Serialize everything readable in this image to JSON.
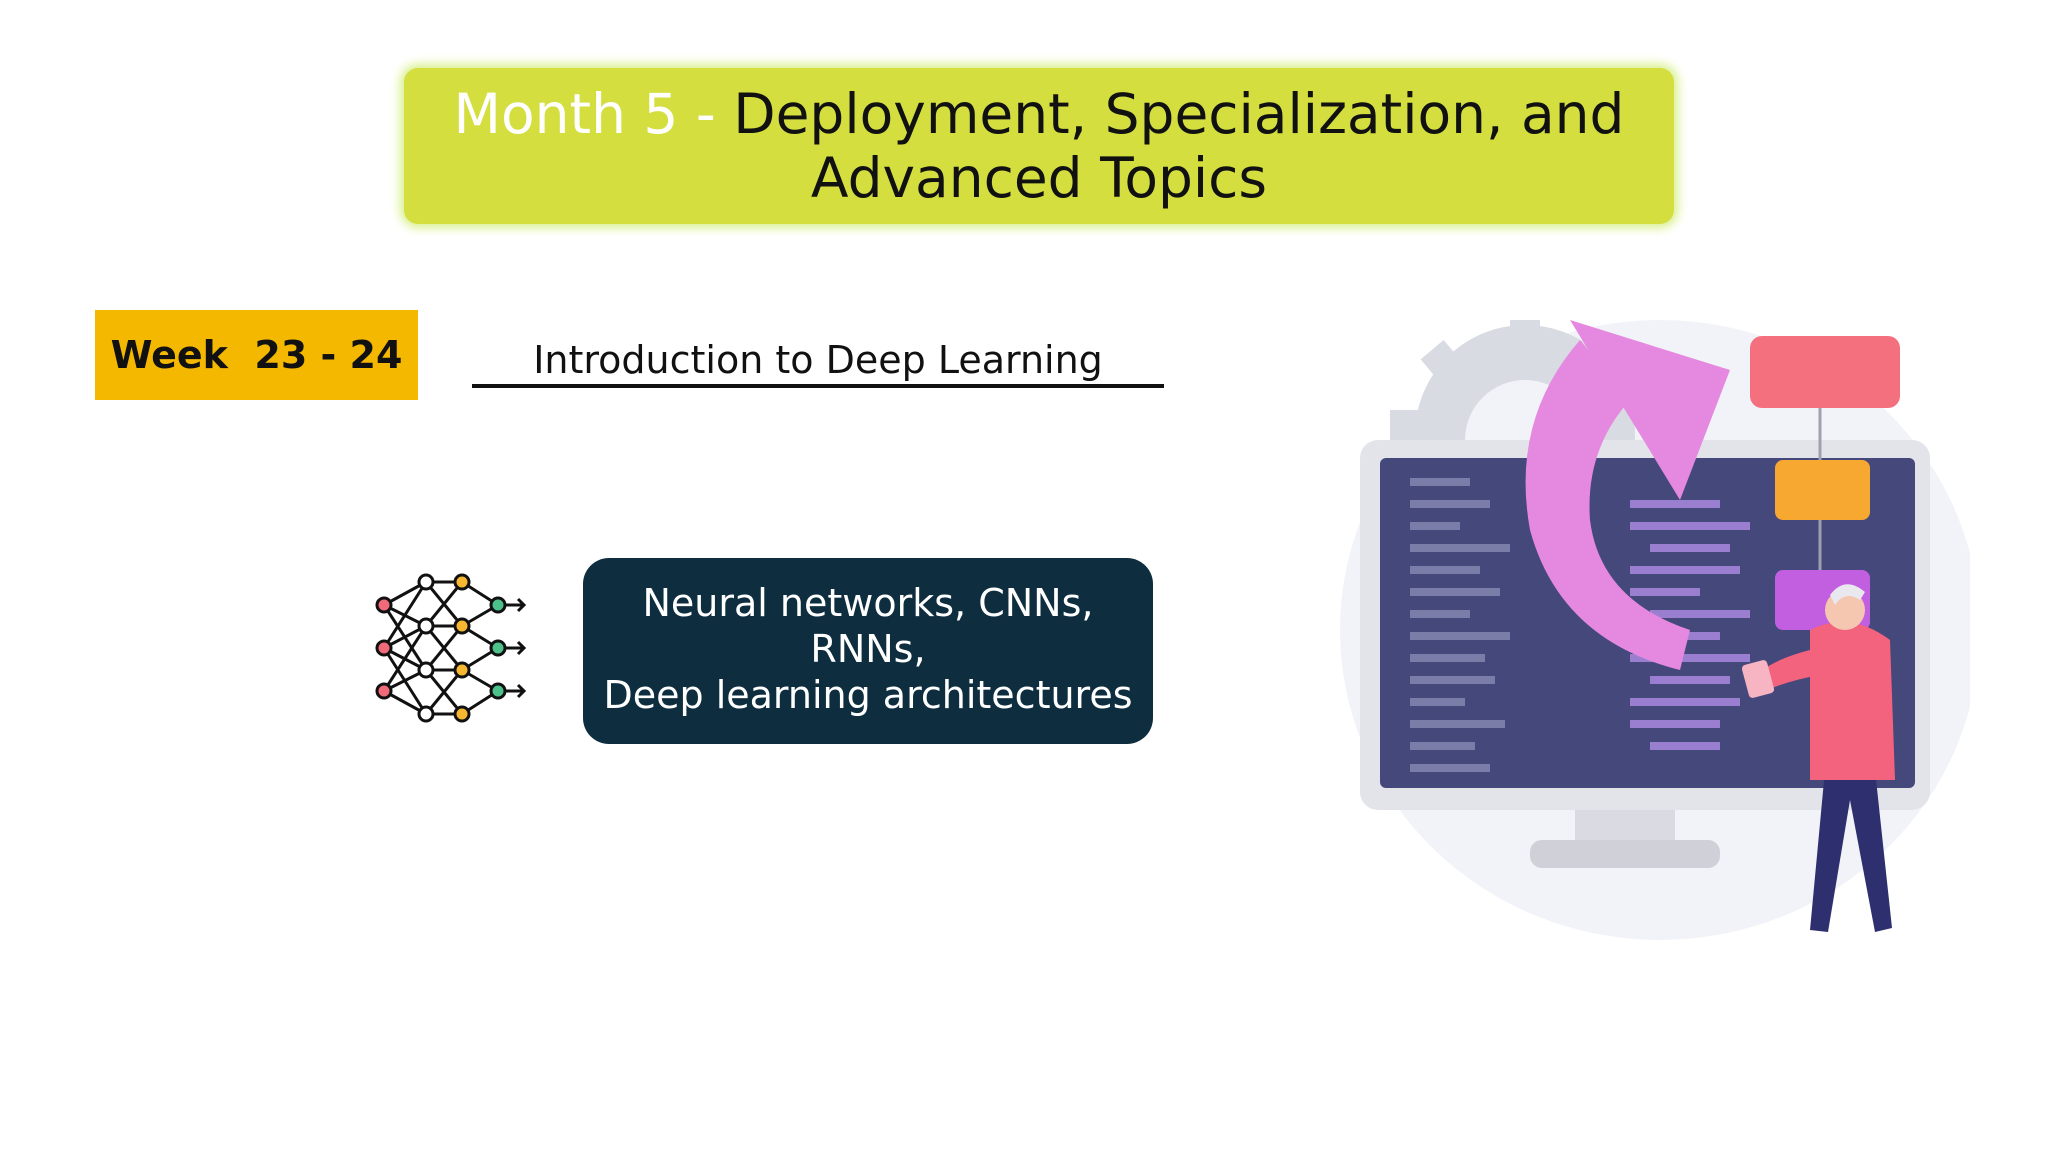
{
  "slide": {
    "title_prefix": "Month 5 - ",
    "title_line1": "Deployment, Specialization, and",
    "title_line2": "Advanced Topics",
    "week_label": "Week  23 - 24",
    "topic_title": "Introduction to Deep Learning",
    "description_line1": "Neural networks, CNNs, RNNs,",
    "description_line2": "Deep learning architectures"
  },
  "colors": {
    "title_bg": "#d4de3e",
    "week_bg": "#f5b800",
    "desc_bg": "#0e2e40"
  },
  "icons": {
    "network": "neural-network-icon",
    "illustration": "developer-monitor-illustration"
  }
}
